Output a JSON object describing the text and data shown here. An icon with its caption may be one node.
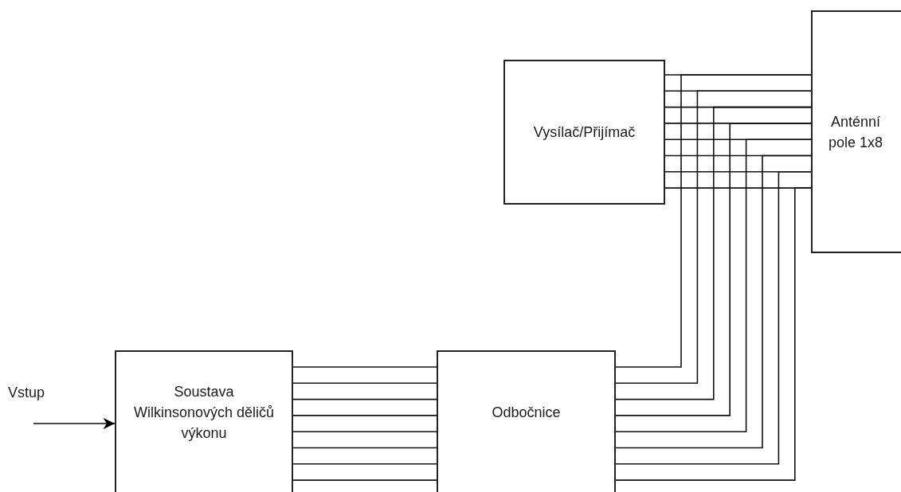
{
  "diagram": {
    "nodes": [
      {
        "text": [
          "Vysílač/Přijímač"
        ]
      },
      {
        "text": [
          "Anténní pole 1x8"
        ]
      },
      {
        "text": [
          "Soustava Wilkinsonových děličů výkonu"
        ]
      },
      {
        "text": [
          "Odbočnice"
        ]
      }
    ],
    "edges": [
      {
        "from": null,
        "to": 2,
        "arrow": "to"
      },
      {
        "from": 2,
        "to": 3,
        "arrow": "none"
      },
      {
        "from": 2,
        "to": 3,
        "arrow": "none"
      },
      {
        "from": 2,
        "to": 3,
        "arrow": "none"
      },
      {
        "from": 2,
        "to": 3,
        "arrow": "none"
      },
      {
        "from": 2,
        "to": 3,
        "arrow": "none"
      },
      {
        "from": 2,
        "to": 3,
        "arrow": "none"
      },
      {
        "from": 2,
        "to": 3,
        "arrow": "none"
      },
      {
        "from": 2,
        "to": 3,
        "arrow": "none"
      },
      {
        "from": 0,
        "to": 1,
        "arrow": "none"
      },
      {
        "from": 0,
        "to": 1,
        "arrow": "none"
      },
      {
        "from": 0,
        "to": 1,
        "arrow": "none"
      },
      {
        "from": 0,
        "to": 1,
        "arrow": "none"
      },
      {
        "from": 0,
        "to": 1,
        "arrow": "none"
      },
      {
        "from": 0,
        "to": 1,
        "arrow": "none"
      },
      {
        "from": 0,
        "to": 1,
        "arrow": "none"
      },
      {
        "from": 0,
        "to": 1,
        "arrow": "none"
      },
      {
        "from": 3,
        "to": 1,
        "arrow": "none"
      },
      {
        "from": 3,
        "to": 1,
        "arrow": "none"
      },
      {
        "from": 3,
        "to": 1,
        "arrow": "none"
      },
      {
        "from": 3,
        "to": 1,
        "arrow": "none"
      },
      {
        "from": 3,
        "to": 1,
        "arrow": "none"
      },
      {
        "from": 3,
        "to": 1,
        "arrow": "none"
      },
      {
        "from": 3,
        "to": 1,
        "arrow": "none"
      },
      {
        "from": 3,
        "to": 1,
        "arrow": "none"
      }
    ],
    "labels": [
      "Vstup"
    ]
  }
}
